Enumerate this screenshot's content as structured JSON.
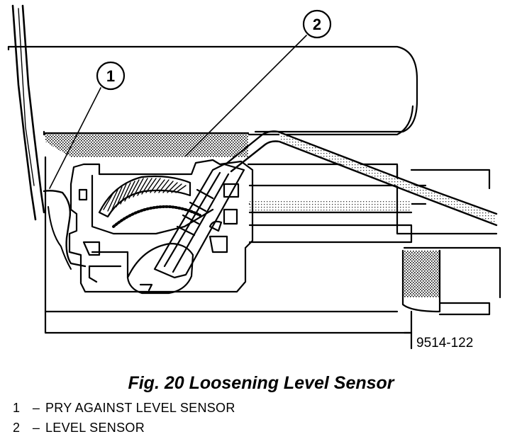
{
  "figure": {
    "callouts": [
      {
        "number": "1"
      },
      {
        "number": "2"
      }
    ],
    "reference_number": "9514-122"
  },
  "caption": "Fig. 20 Loosening Level Sensor",
  "legend": [
    {
      "number": "1",
      "dash": "–",
      "text": "PRY AGAINST LEVEL SENSOR"
    },
    {
      "number": "2",
      "dash": "–",
      "text": "LEVEL SENSOR"
    }
  ]
}
